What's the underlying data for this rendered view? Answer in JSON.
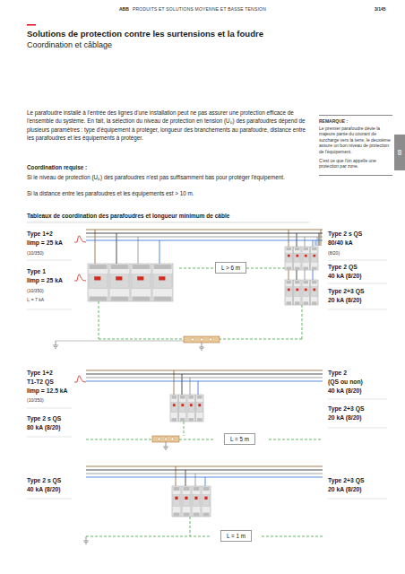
{
  "diagram": {
    "title": "Solutions de protection contre les surtensions et la foudre",
    "nodes": [
      {
        "text": [
          "REMARQUE :",
          "Le premier parafoudre dévie la majeure partie du courant de surcharge vers la terre, le deuxième assure un bon niveau de protection de l'équipement.",
          "C'est ce que l'on appelle une protection par zone."
        ]
      },
      {
        "text": [
          "03"
        ]
      },
      {
        "text": [
          "L > 6 m"
        ]
      },
      {
        "text": [
          "L = 5 m"
        ]
      },
      {
        "text": [
          "L = 1 m"
        ]
      }
    ],
    "labels": [
      "ABB",
      "PRODUITS ET SOLUTIONS MOYENNE ET BASSE TENSION",
      "3/145",
      "Coordination et câblage",
      "Le parafoudre installé à l'entrée des lignes d'une installation peut ne pas assurer une protection efficace de l'ensemble du système. En fait, la sélection du niveau de protection en tension (Uₚ) des parafoudres dépend de plusieurs paramètres : type d'équipement à protéger, longueur des branchements au parafoudre, distance entre les parafoudres et les équipements à protéger.",
      "Coordination requise :",
      "Si le niveau de protection (Uₚ) des parafoudres n'est pas suffisamment bas pour protéger l'équipement.",
      "Si la distance entre les parafoudres et les équipements est > 10 m.",
      "Tableaux de coordination des parafoudres et longueur minimum de câble",
      "Type 1+2",
      "Iimp = 25 kA",
      "(10/350)",
      "Type 1",
      "Iimp = 25 kA",
      "(10/350)",
      "Iₙ = 7 kA",
      "Type 2 s QS",
      "80/40 kA",
      "(8/20)",
      "Type 2 QS",
      "40 kA (8/20)",
      "Type 2+3 QS",
      "20 kA (8/20)",
      "Type 1+2",
      "T1-T2 QS",
      "Iimp = 12.5 kA",
      "(10/350)",
      "Type 2 s QS",
      "80 kA (8/20)",
      "Type 2",
      "(QS ou non)",
      "40 kA (8/20)",
      "Type 2+3 QS",
      "20 kA (8/20)",
      "Type 2 s QS",
      "40 kA (8/20)",
      "Type 2+3 QS",
      "20 kA (8/20)"
    ]
  }
}
